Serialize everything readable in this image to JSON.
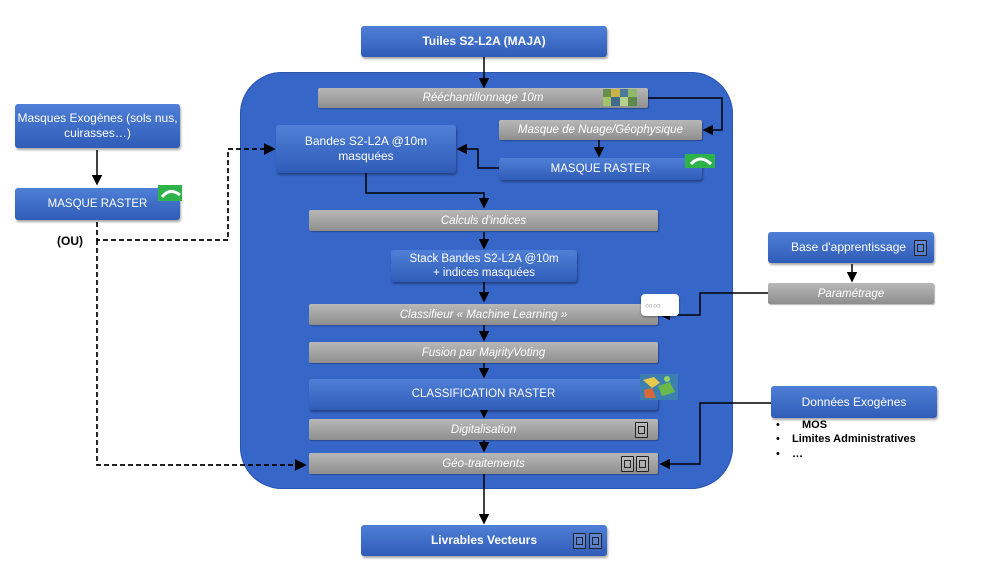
{
  "top": {
    "tuiles": "Tuiles S2-L2A (MAJA)"
  },
  "left": {
    "masques_exogenes": "Masques Exogènes (sols nus, cuirasses…)",
    "masque_raster": "MASQUE RASTER",
    "ou_label": "(OU)"
  },
  "process": {
    "reechantillonnage": "Rééchantillonnage 10m",
    "masque_nuage": "Masque de Nuage/Géophysique",
    "masque_raster": "MASQUE RASTER",
    "bandes": "Bandes S2-L2A @10m masquées",
    "calculs": "Calculs d'indices",
    "stack_line1": "Stack Bandes S2-L2A @10m",
    "stack_line2": "+ indices masquées",
    "classifieur": "Classifieur « Machine Learning »",
    "fusion": "Fusion par MajrityVoting",
    "classification": "CLASSIFICATION RASTER",
    "digitalisation": "Digitalisation",
    "geotraitements": "Géo-traitements"
  },
  "right": {
    "base": "Base d'apprentissage",
    "parametrage": "Paramétrage",
    "donnees": "Données Exogènes",
    "bullets": [
      "MOS",
      "Limites Administratives",
      "…"
    ]
  },
  "bottom": {
    "livrables": "Livrables Vecteurs"
  },
  "colors": {
    "panel": "#3766c9",
    "box": "#4170cc",
    "bar": "#a3a3a3"
  }
}
